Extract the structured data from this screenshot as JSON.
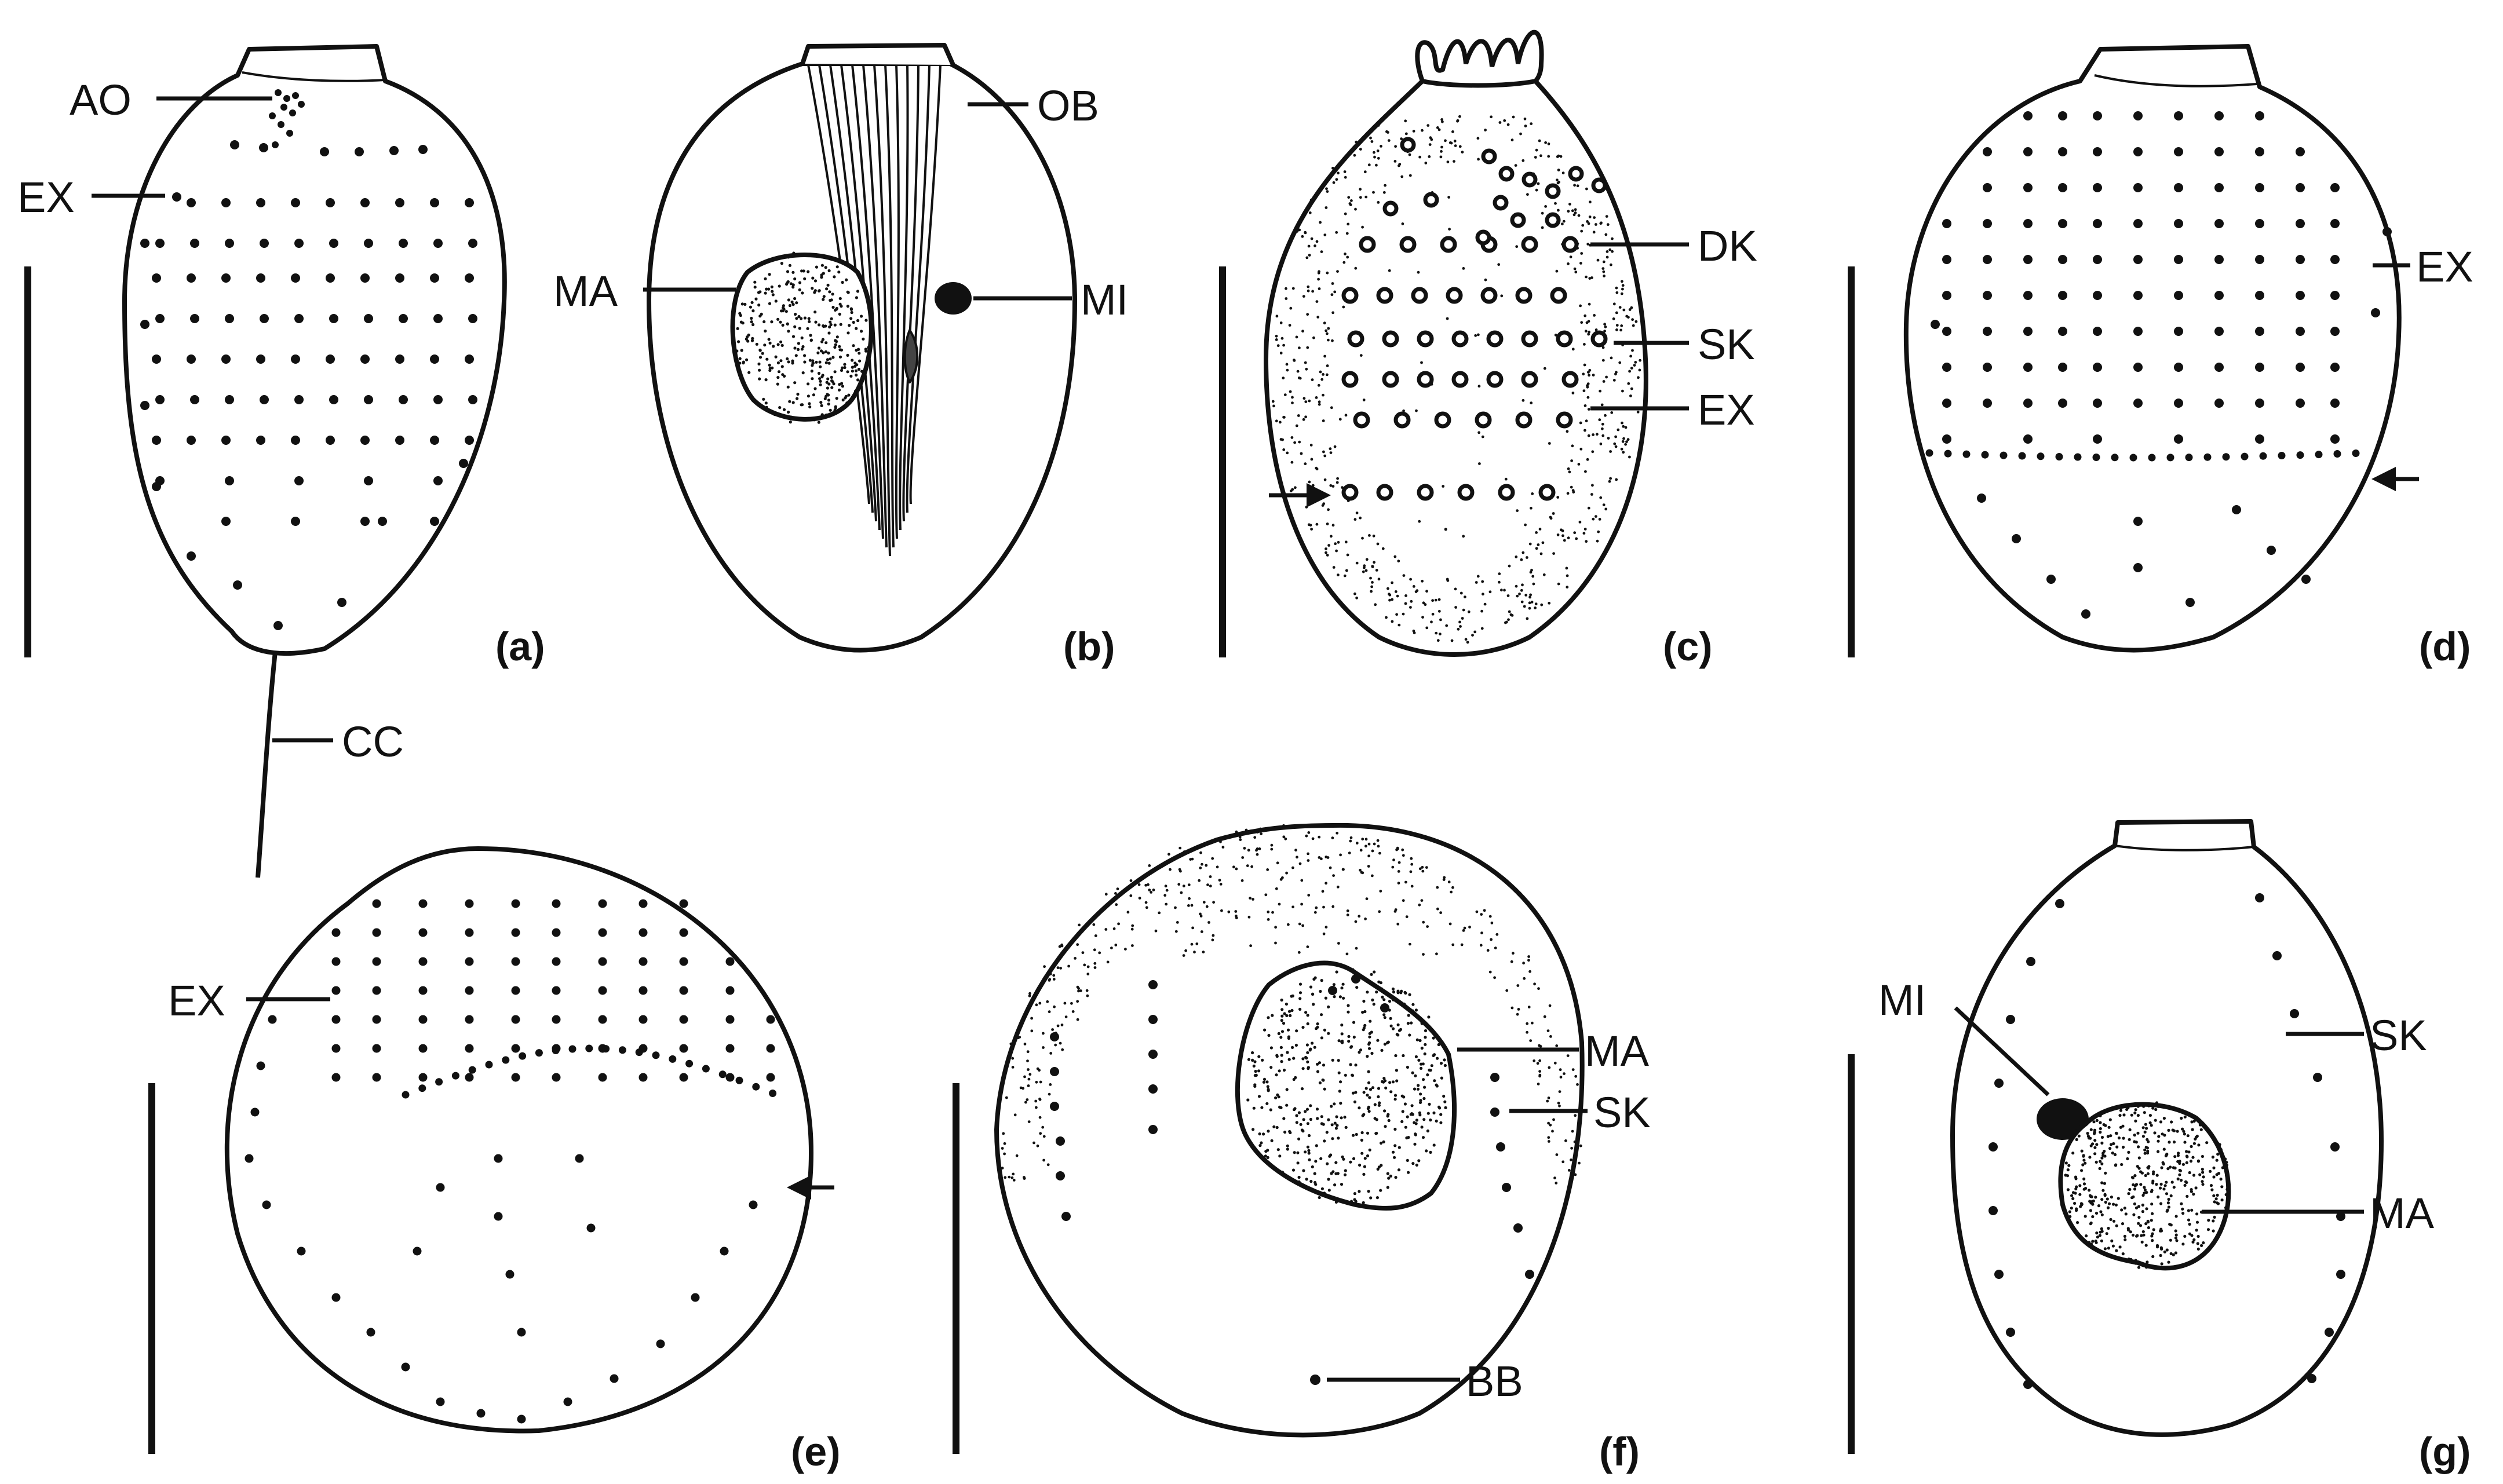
{
  "panels": [
    {
      "id": "a",
      "label": "(a)",
      "annotations": [
        "AO",
        "EX",
        "CC"
      ]
    },
    {
      "id": "b",
      "label": "(b)",
      "annotations": [
        "OB",
        "MA",
        "MI"
      ]
    },
    {
      "id": "c",
      "label": "(c)",
      "annotations": [
        "DK",
        "SK",
        "EX"
      ]
    },
    {
      "id": "d",
      "label": "(d)",
      "annotations": [
        "EX"
      ]
    },
    {
      "id": "e",
      "label": "(e)",
      "annotations": [
        "EX"
      ]
    },
    {
      "id": "f",
      "label": "(f)",
      "annotations": [
        "MA",
        "SK",
        "BB"
      ]
    },
    {
      "id": "g",
      "label": "(g)",
      "annotations": [
        "MI",
        "SK",
        "MA"
      ]
    }
  ],
  "colors": {
    "ink": "#111111",
    "paper": "#ffffff"
  },
  "icons": {
    "arrow": "arrowhead-pointer"
  }
}
